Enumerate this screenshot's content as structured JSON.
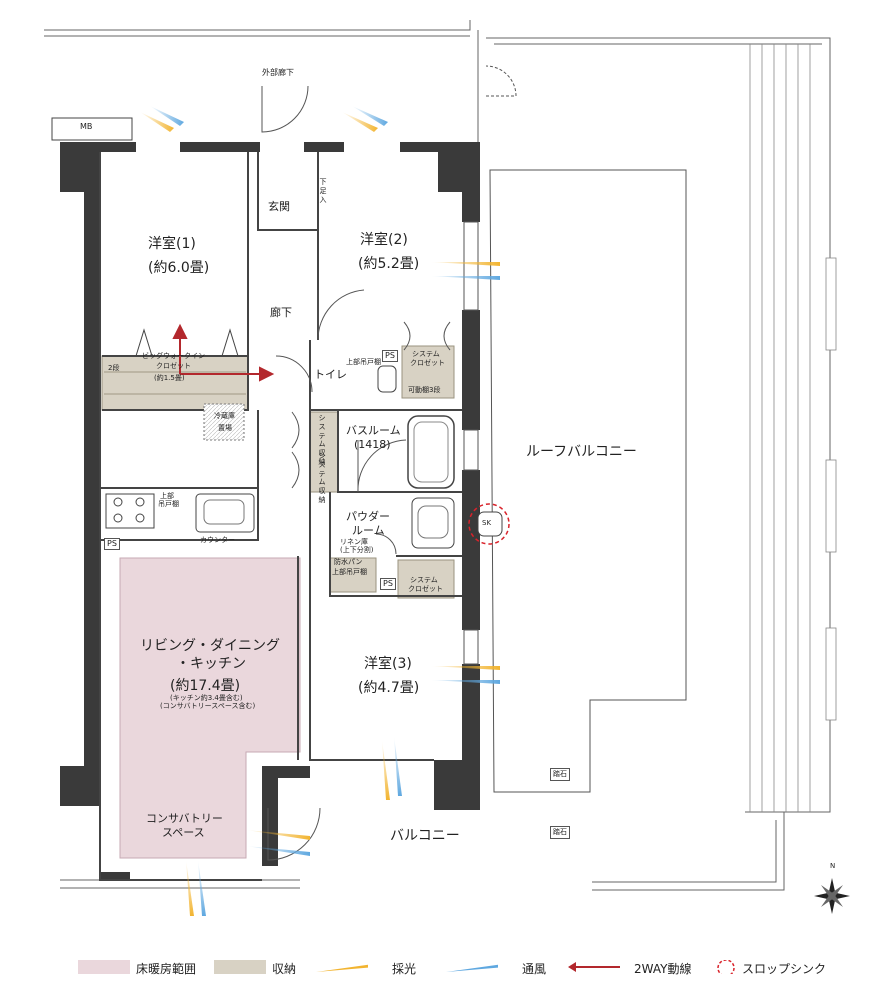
{
  "plan": {
    "labels": {
      "corridor_ext": "外部廊下",
      "mb": "MB",
      "entrance": "玄関",
      "shoe_box": "下足入",
      "room1_name": "洋室(1)",
      "room1_size": "(約6.0畳)",
      "room2_name": "洋室(2)",
      "room2_size": "(約5.2畳)",
      "hall": "廊下",
      "wic_name": "ビッグウォークイン",
      "wic_name2": "クロゼット",
      "wic_size": "(約1.5畳)",
      "wic_shelf": "2段",
      "fridge": "冷蔵庫",
      "fridge2": "置場",
      "toilet": "トイレ",
      "upper_cabinet": "上部吊戸棚",
      "ps": "PS",
      "sys_closet": "システム",
      "sys_closet2": "クロゼット",
      "movable_shelf": "可動棚3段",
      "bath_name": "バスルーム",
      "bath_size": "(1418)",
      "sys_storage": "システム収納",
      "upper_cabinet_k": "上部",
      "upper_cabinet_k2": "吊戸棚",
      "counter": "カウンター",
      "powder_room": "パウダー",
      "powder_room2": "ルーム",
      "linen": "リネン庫",
      "linen_sub": "(上下分割)",
      "pan": "防水パン",
      "sk": "SK",
      "roof_balcony": "ルーフバルコニー",
      "ldk_name": "リビング・ダイニング",
      "ldk_name2": "・キッチン",
      "ldk_size": "(約17.4畳)",
      "ldk_note1": "(キッチン約3.4畳含む)",
      "ldk_note2": "(コンサバトリースペース含む)",
      "room3_name": "洋室(3)",
      "room3_size": "(約4.7畳)",
      "conservatory": "コンサバトリー",
      "conservatory2": "スペース",
      "balcony": "バルコニー",
      "stepping_stone": "踏石",
      "compass_n": "N"
    }
  },
  "legend": {
    "items": [
      {
        "label": "床暖房範囲",
        "color": "#ead7dc"
      },
      {
        "label": "収納",
        "color": "#d8d2c4"
      },
      {
        "label": "採光",
        "color": "#f2b430"
      },
      {
        "label": "通風",
        "color": "#5fa8e0"
      },
      {
        "label": "2WAY動線",
        "color": "#b3282d"
      },
      {
        "label": "スロップシンク",
        "color": "#d9232b"
      }
    ]
  }
}
